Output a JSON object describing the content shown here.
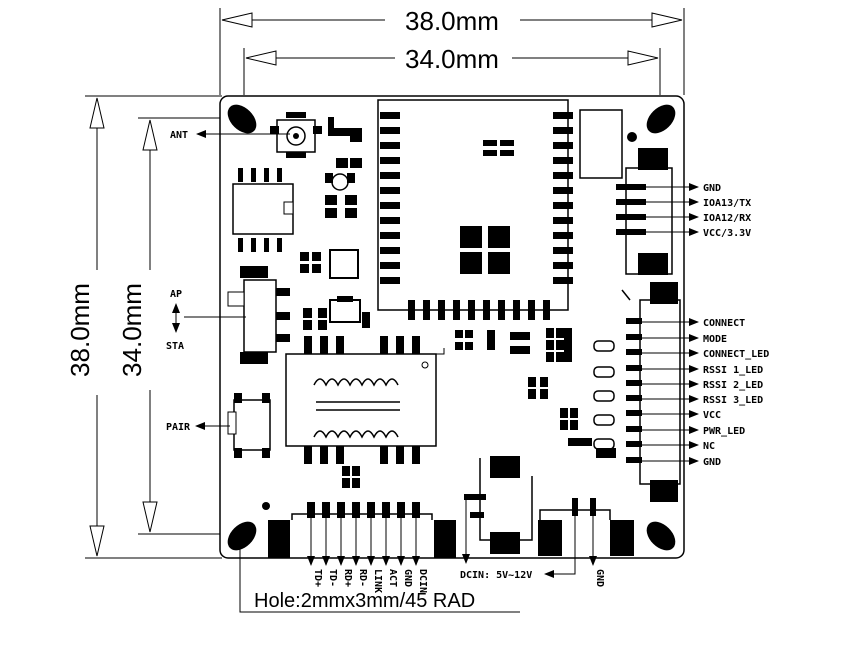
{
  "dimensions": {
    "top_outer": "38.0mm",
    "top_inner": "34.0mm",
    "left_outer": "38.0mm",
    "left_inner": "34.0mm"
  },
  "labels": {
    "ant": "ANT",
    "ap": "AP",
    "sta": "STA",
    "pair": "PAIR"
  },
  "right_pins_top": [
    "GND",
    "IOA13/TX",
    "IOA12/RX",
    "VCC/3.3V"
  ],
  "right_pins_bottom": [
    "CONNECT",
    "MODE",
    "CONNECT_LED",
    "RSSI 1_LED",
    "RSSI 2_LED",
    "RSSI 3_LED",
    "VCC",
    "PWR_LED",
    "NC",
    "GND"
  ],
  "bottom_pins": [
    "TD+",
    "TD-",
    "RD+",
    "RD-",
    "LINK",
    "ACT",
    "GND",
    "DCIN"
  ],
  "power": {
    "dcin": "DCIN: 5V~12V",
    "gnd": "GND"
  },
  "hole_note": "Hole:2mmx3mm/45 RAD"
}
